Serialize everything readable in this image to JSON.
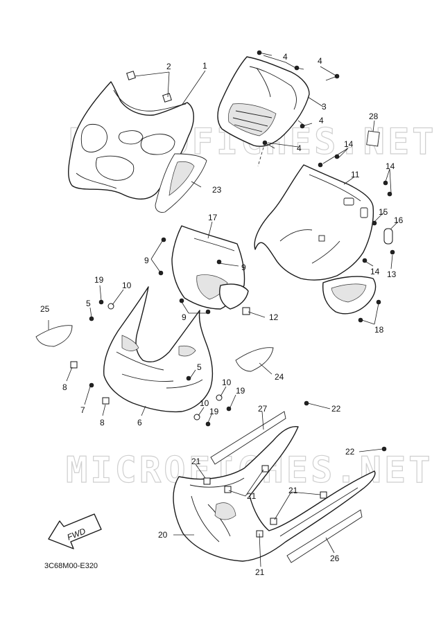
{
  "watermark": "MICROFICHES.NET",
  "diagram_code": "3C68M00-E320",
  "fwd_label": "FWD",
  "callouts": {
    "c1": "1",
    "c2": "2",
    "c3": "3",
    "c4a": "4",
    "c4b": "4",
    "c4c": "4",
    "c4d": "4",
    "c5a": "5",
    "c5b": "5",
    "c6": "6",
    "c7": "7",
    "c8a": "8",
    "c8b": "8",
    "c9a": "9",
    "c9b": "9",
    "c9c": "9",
    "c10a": "10",
    "c10b": "10",
    "c10c": "10",
    "c11": "11",
    "c12": "12",
    "c13": "13",
    "c14a": "14",
    "c14b": "14",
    "c14c": "14",
    "c15": "15",
    "c16": "16",
    "c17": "17",
    "c18": "18",
    "c19a": "19",
    "c19b": "19",
    "c19c": "19",
    "c20": "20",
    "c21a": "21",
    "c21b": "21",
    "c21c": "21",
    "c21d": "21",
    "c22a": "22",
    "c22b": "22",
    "c23": "23",
    "c24": "24",
    "c25": "25",
    "c26": "26",
    "c27": "27",
    "c28": "28"
  }
}
